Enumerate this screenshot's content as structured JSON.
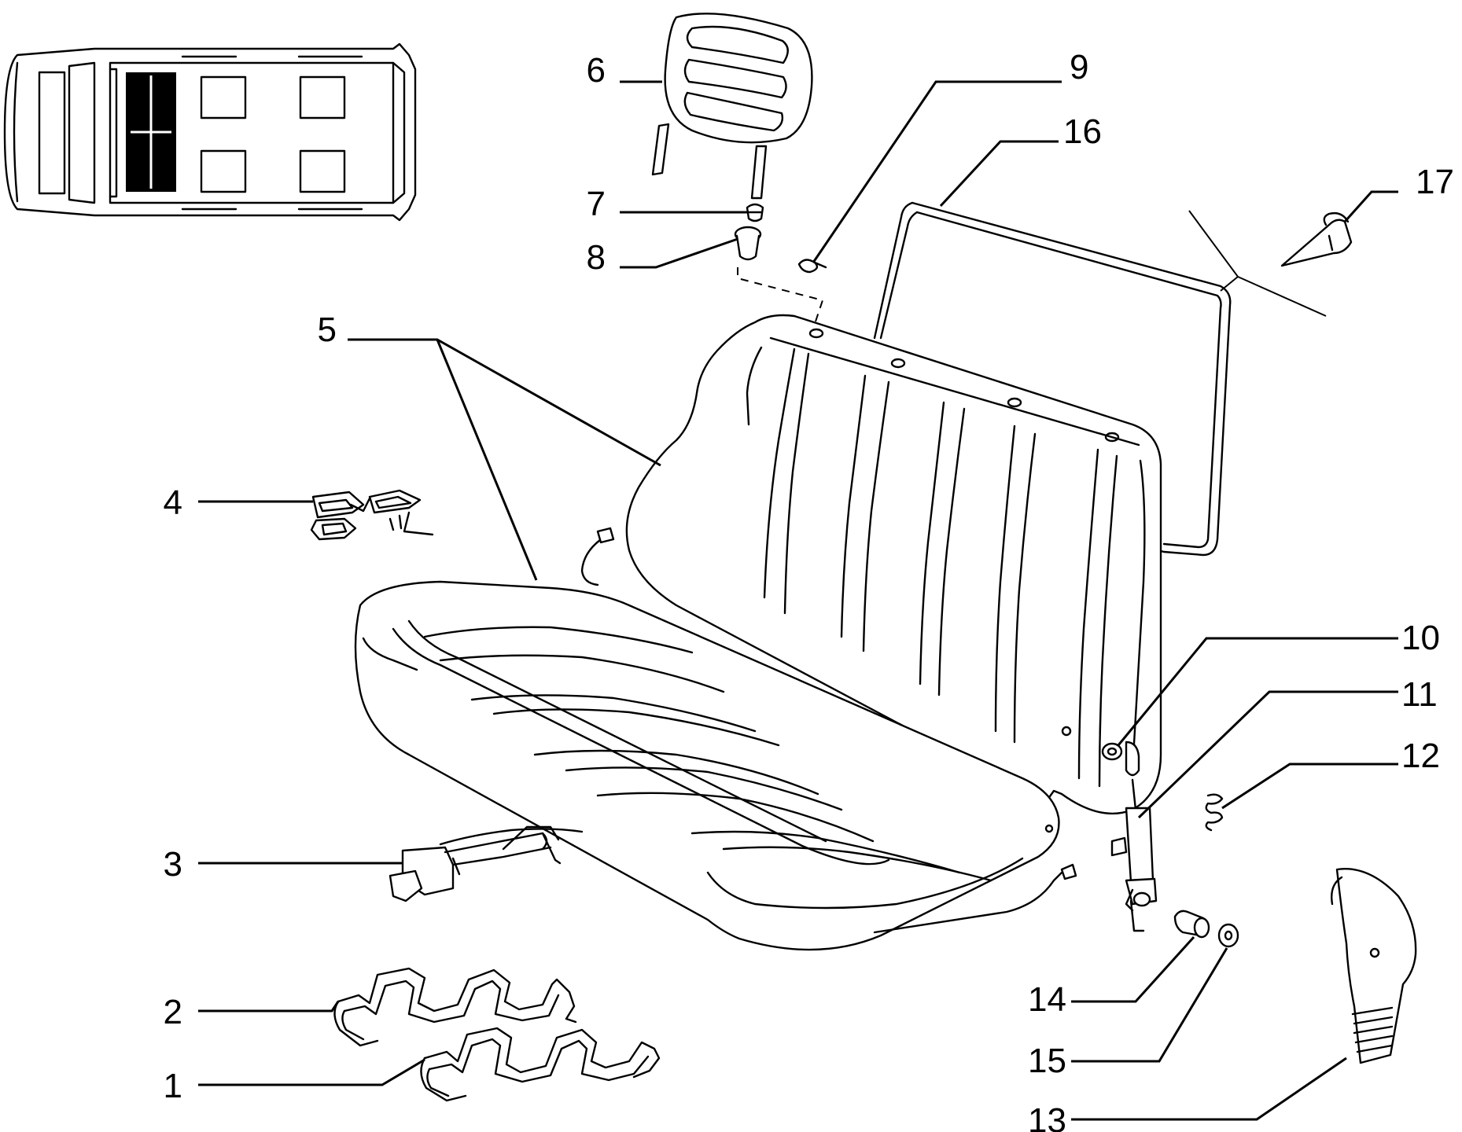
{
  "diagram": {
    "part_numbers": [
      "1",
      "2",
      "3",
      "4",
      "5",
      "6",
      "7",
      "8",
      "9",
      "10",
      "11",
      "12",
      "13",
      "14",
      "15",
      "16",
      "17"
    ],
    "locator_fill": "#000000",
    "line_color": "#000000",
    "background": "#ffffff"
  }
}
